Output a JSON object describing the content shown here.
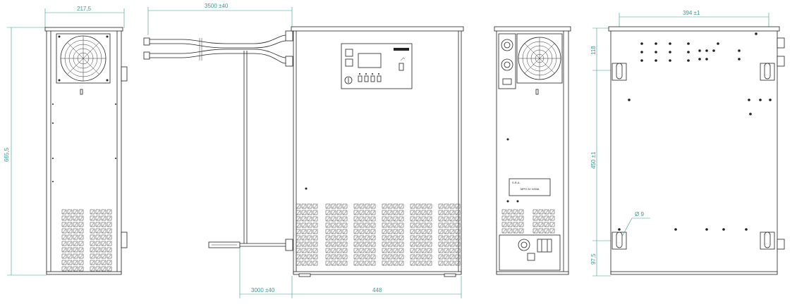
{
  "dimensions": {
    "depth": "217,5",
    "height": "665,5",
    "cable_top": "3500 ±40",
    "cable_bottom": "3000 ±40",
    "width": "448",
    "hole_spacing_h": "394 ±1",
    "top_offset": "118",
    "hole_spacing_v": "450 ±1",
    "hole_diameter": "Ø 9",
    "bottom_offset": "97,5"
  },
  "labels": {
    "nameplate_line1": "S.R.A.",
    "nameplate_line2": "MPH 24 V/60A"
  },
  "icons": [
    "fan-icon",
    "display-icon",
    "usb-icon",
    "power-switch-icon",
    "breaker-icon",
    "mounting-hole-icon"
  ]
}
